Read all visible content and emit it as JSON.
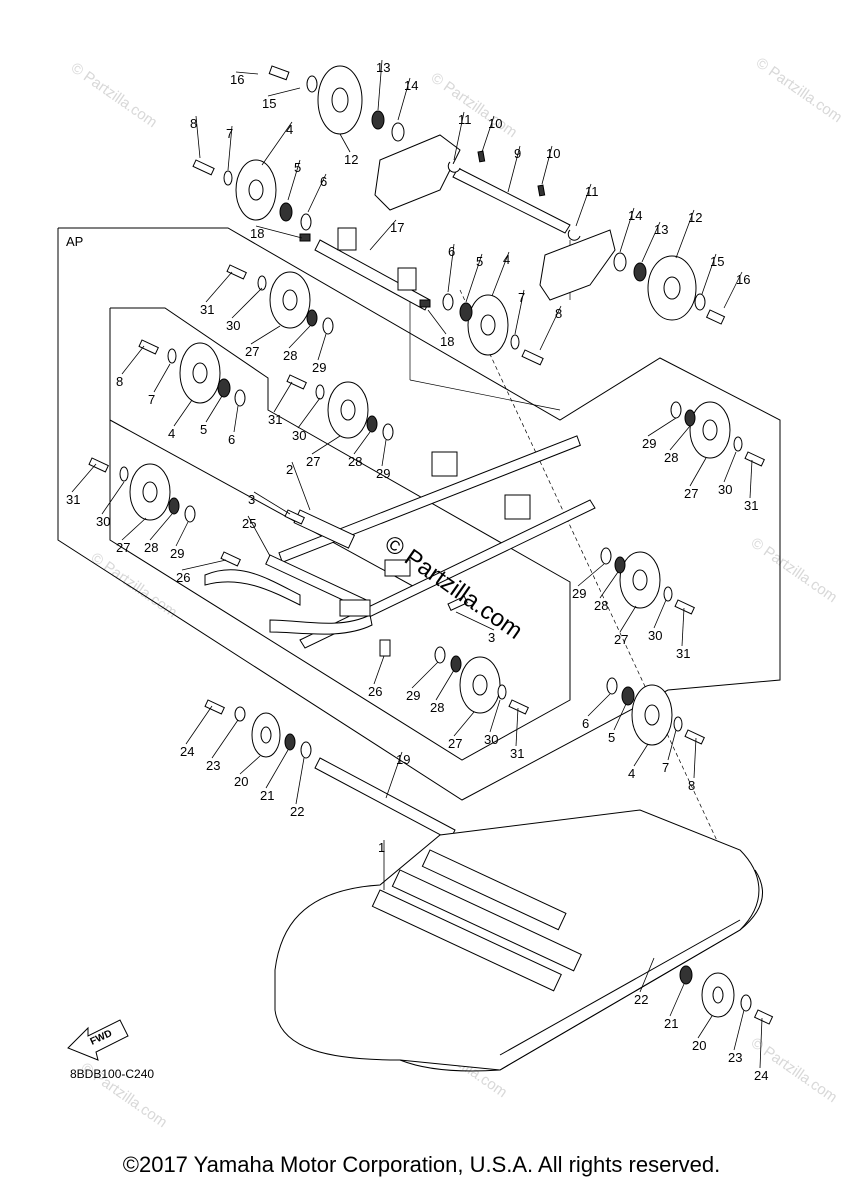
{
  "diagram": {
    "code": "8BDB100-C240",
    "section_label": "AP",
    "fwd_label": "FWD",
    "center_watermark": "© Partzilla.com",
    "background_watermark": "© Partzilla.com",
    "callouts": [
      {
        "id": "c16a",
        "text": "16"
      },
      {
        "id": "c15a",
        "text": "15"
      },
      {
        "id": "c13a",
        "text": "13"
      },
      {
        "id": "c14a",
        "text": "14"
      },
      {
        "id": "c8a",
        "text": "8"
      },
      {
        "id": "c7a",
        "text": "7"
      },
      {
        "id": "c4a",
        "text": "4"
      },
      {
        "id": "c12a",
        "text": "12"
      },
      {
        "id": "c11a",
        "text": "11"
      },
      {
        "id": "c10a",
        "text": "10"
      },
      {
        "id": "c9",
        "text": "9"
      },
      {
        "id": "c10b",
        "text": "10"
      },
      {
        "id": "c5a",
        "text": "5"
      },
      {
        "id": "c6a",
        "text": "6"
      },
      {
        "id": "c11b",
        "text": "11"
      },
      {
        "id": "c14b",
        "text": "14"
      },
      {
        "id": "c12b",
        "text": "12"
      },
      {
        "id": "c13b",
        "text": "13"
      },
      {
        "id": "c15b",
        "text": "15"
      },
      {
        "id": "c16b",
        "text": "16"
      },
      {
        "id": "c18a",
        "text": "18"
      },
      {
        "id": "c17",
        "text": "17"
      },
      {
        "id": "c6b",
        "text": "6"
      },
      {
        "id": "c5b",
        "text": "5"
      },
      {
        "id": "c4b",
        "text": "4"
      },
      {
        "id": "c7b",
        "text": "7"
      },
      {
        "id": "c8b",
        "text": "8"
      },
      {
        "id": "c18b",
        "text": "18"
      },
      {
        "id": "c31a",
        "text": "31"
      },
      {
        "id": "c30a",
        "text": "30"
      },
      {
        "id": "c27a",
        "text": "27"
      },
      {
        "id": "c28a",
        "text": "28"
      },
      {
        "id": "c29a",
        "text": "29"
      },
      {
        "id": "c8c",
        "text": "8"
      },
      {
        "id": "c7c",
        "text": "7"
      },
      {
        "id": "c4c",
        "text": "4"
      },
      {
        "id": "c5c",
        "text": "5"
      },
      {
        "id": "c6c",
        "text": "6"
      },
      {
        "id": "c31b",
        "text": "31"
      },
      {
        "id": "c30b",
        "text": "30"
      },
      {
        "id": "c27b",
        "text": "27"
      },
      {
        "id": "c28b",
        "text": "28"
      },
      {
        "id": "c29b",
        "text": "29"
      },
      {
        "id": "c29c",
        "text": "29"
      },
      {
        "id": "c28c",
        "text": "28"
      },
      {
        "id": "c27c",
        "text": "27"
      },
      {
        "id": "c30c",
        "text": "30"
      },
      {
        "id": "c31c",
        "text": "31"
      },
      {
        "id": "c2",
        "text": "2"
      },
      {
        "id": "c3a",
        "text": "3"
      },
      {
        "id": "c31d",
        "text": "31"
      },
      {
        "id": "c30d",
        "text": "30"
      },
      {
        "id": "c27d",
        "text": "27"
      },
      {
        "id": "c28d",
        "text": "28"
      },
      {
        "id": "c29d",
        "text": "29"
      },
      {
        "id": "c25",
        "text": "25"
      },
      {
        "id": "c26a",
        "text": "26"
      },
      {
        "id": "c29e",
        "text": "29"
      },
      {
        "id": "c28e",
        "text": "28"
      },
      {
        "id": "c27e",
        "text": "27"
      },
      {
        "id": "c30e",
        "text": "30"
      },
      {
        "id": "c31e",
        "text": "31"
      },
      {
        "id": "c3b",
        "text": "3"
      },
      {
        "id": "c26b",
        "text": "26"
      },
      {
        "id": "c29f",
        "text": "29"
      },
      {
        "id": "c28f",
        "text": "28"
      },
      {
        "id": "c27f",
        "text": "27"
      },
      {
        "id": "c30f",
        "text": "30"
      },
      {
        "id": "c31f",
        "text": "31"
      },
      {
        "id": "c6d",
        "text": "6"
      },
      {
        "id": "c5d",
        "text": "5"
      },
      {
        "id": "c4d",
        "text": "4"
      },
      {
        "id": "c7d",
        "text": "7"
      },
      {
        "id": "c8d",
        "text": "8"
      },
      {
        "id": "c24a",
        "text": "24"
      },
      {
        "id": "c23a",
        "text": "23"
      },
      {
        "id": "c20a",
        "text": "20"
      },
      {
        "id": "c21a",
        "text": "21"
      },
      {
        "id": "c22a",
        "text": "22"
      },
      {
        "id": "c19",
        "text": "19"
      },
      {
        "id": "c1",
        "text": "1"
      },
      {
        "id": "c22b",
        "text": "22"
      },
      {
        "id": "c21b",
        "text": "21"
      },
      {
        "id": "c20b",
        "text": "20"
      },
      {
        "id": "c23b",
        "text": "23"
      },
      {
        "id": "c24b",
        "text": "24"
      }
    ]
  },
  "footer": {
    "copyright": "©2017 Yamaha Motor Corporation, U.S.A. All rights reserved."
  }
}
